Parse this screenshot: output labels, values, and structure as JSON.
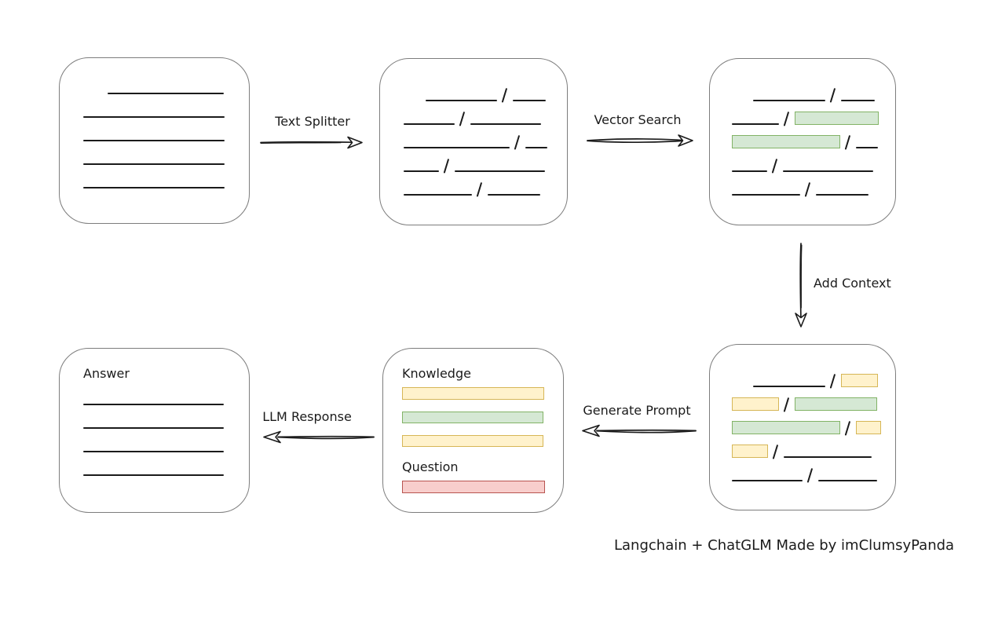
{
  "caption": "Langchain + ChatGLM Made by imClumsyPanda",
  "colors": {
    "ink": "#1b1b1b",
    "box_border": "#7d7d7d",
    "green_fill": "#d5e8d4",
    "green_border": "#82b366",
    "yellow_fill": "#fff2cc",
    "yellow_border": "#d6b656",
    "red_fill": "#f8cecc",
    "red_border": "#b85450"
  },
  "arrows": {
    "text_splitter": {
      "label": "Text Splitter",
      "direction": "right"
    },
    "vector_search": {
      "label": "Vector Search",
      "direction": "right"
    },
    "add_context": {
      "label": "Add Context",
      "direction": "down"
    },
    "generate_prompt": {
      "label": "Generate Prompt",
      "direction": "left"
    },
    "llm_response": {
      "label": "LLM Response",
      "direction": "left"
    }
  },
  "boxes": {
    "source_document": {
      "rows": [
        [
          {
            "t": "gap",
            "w": 31
          },
          {
            "t": "line",
            "w": 148
          }
        ],
        [
          {
            "t": "line",
            "w": 180
          }
        ],
        [
          {
            "t": "line",
            "w": 180
          }
        ],
        [
          {
            "t": "line",
            "w": 180
          }
        ],
        [
          {
            "t": "line",
            "w": 180
          }
        ]
      ]
    },
    "split_text": {
      "rows": [
        [
          {
            "t": "gap",
            "w": 28
          },
          {
            "t": "line",
            "w": 91
          },
          {
            "t": "slash"
          },
          {
            "t": "line",
            "w": 42
          }
        ],
        [
          {
            "t": "line",
            "w": 65
          },
          {
            "t": "slash"
          },
          {
            "t": "line",
            "w": 90
          }
        ],
        [
          {
            "t": "line",
            "w": 135
          },
          {
            "t": "slash"
          },
          {
            "t": "line",
            "w": 28
          }
        ],
        [
          {
            "t": "line",
            "w": 45
          },
          {
            "t": "slash"
          },
          {
            "t": "line",
            "w": 115
          }
        ],
        [
          {
            "t": "line",
            "w": 87
          },
          {
            "t": "slash"
          },
          {
            "t": "line",
            "w": 67
          }
        ]
      ]
    },
    "vector_search_result": {
      "rows": [
        [
          {
            "t": "gap",
            "w": 27
          },
          {
            "t": "line",
            "w": 92
          },
          {
            "t": "slash"
          },
          {
            "t": "line",
            "w": 43
          }
        ],
        [
          {
            "t": "line",
            "w": 60
          },
          {
            "t": "slash"
          },
          {
            "t": "green",
            "w": 107
          }
        ],
        [
          {
            "t": "green",
            "w": 138
          },
          {
            "t": "slash"
          },
          {
            "t": "line",
            "w": 28
          }
        ],
        [
          {
            "t": "line",
            "w": 45
          },
          {
            "t": "slash"
          },
          {
            "t": "line",
            "w": 115
          }
        ],
        [
          {
            "t": "line",
            "w": 87
          },
          {
            "t": "slash"
          },
          {
            "t": "line",
            "w": 67
          }
        ]
      ]
    },
    "context_result": {
      "rows": [
        [
          {
            "t": "gap",
            "w": 27
          },
          {
            "t": "line",
            "w": 92
          },
          {
            "t": "slash"
          },
          {
            "t": "yellow",
            "w": 47
          }
        ],
        [
          {
            "t": "yellow",
            "w": 60
          },
          {
            "t": "slash"
          },
          {
            "t": "green",
            "w": 105
          }
        ],
        [
          {
            "t": "green",
            "w": 138
          },
          {
            "t": "slash"
          },
          {
            "t": "yellow",
            "w": 32
          }
        ],
        [
          {
            "t": "yellow",
            "w": 46
          },
          {
            "t": "slash"
          },
          {
            "t": "line",
            "w": 112
          }
        ],
        [
          {
            "t": "line",
            "w": 90
          },
          {
            "t": "slash"
          },
          {
            "t": "line",
            "w": 75
          }
        ]
      ]
    },
    "prompt": {
      "knowledge_label": "Knowledge",
      "question_label": "Question",
      "knowledge_bars": [
        {
          "color": "yellow",
          "w": 181,
          "h": 16
        },
        {
          "color": "green",
          "w": 180,
          "h": 15
        },
        {
          "color": "yellow",
          "w": 180,
          "h": 15
        }
      ],
      "question_bars": [
        {
          "color": "red",
          "w": 182,
          "h": 16
        }
      ]
    },
    "answer": {
      "label": "Answer",
      "line_widths": [
        179,
        179,
        179,
        179
      ]
    }
  }
}
